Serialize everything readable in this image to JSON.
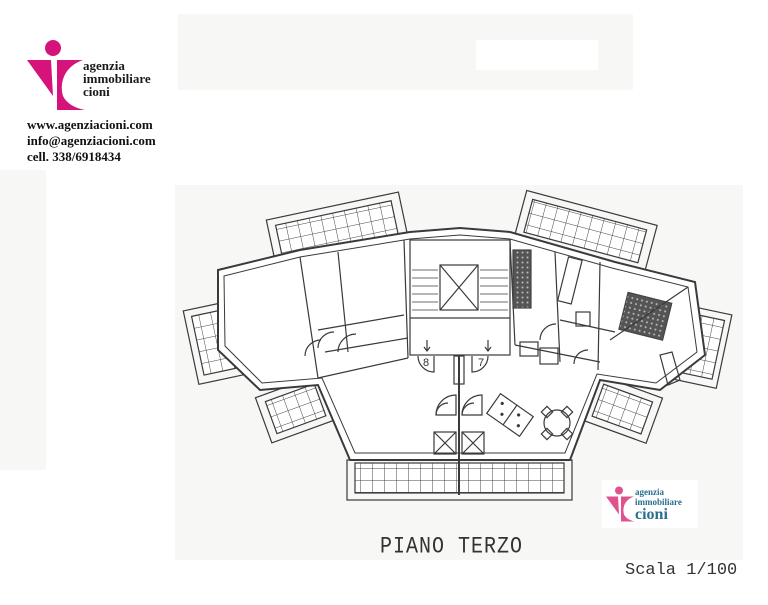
{
  "header_logo": {
    "brand_lines": [
      "agenzia",
      "immobiliare",
      "cioni"
    ],
    "brand_color": "#d6137a",
    "icon": "agency-i-logo-icon"
  },
  "contact": {
    "website": "www.agenziacioni.com",
    "email": "info@agenziacioni.com",
    "phone": "cell. 338/6918434"
  },
  "floor_plan": {
    "title": "PIANO TERZO",
    "scale": "Scala 1/100",
    "unit_numbers": [
      "8",
      "7"
    ],
    "line_color": "#3a3a3a",
    "hatch_color": "#444444"
  },
  "footer_logo": {
    "brand_lines": [
      "agenzia",
      "immobiliare",
      "cioni"
    ],
    "brand_color": "#e0528f",
    "text_color": "#2a6f8f",
    "icon": "agency-i-logo-icon"
  }
}
